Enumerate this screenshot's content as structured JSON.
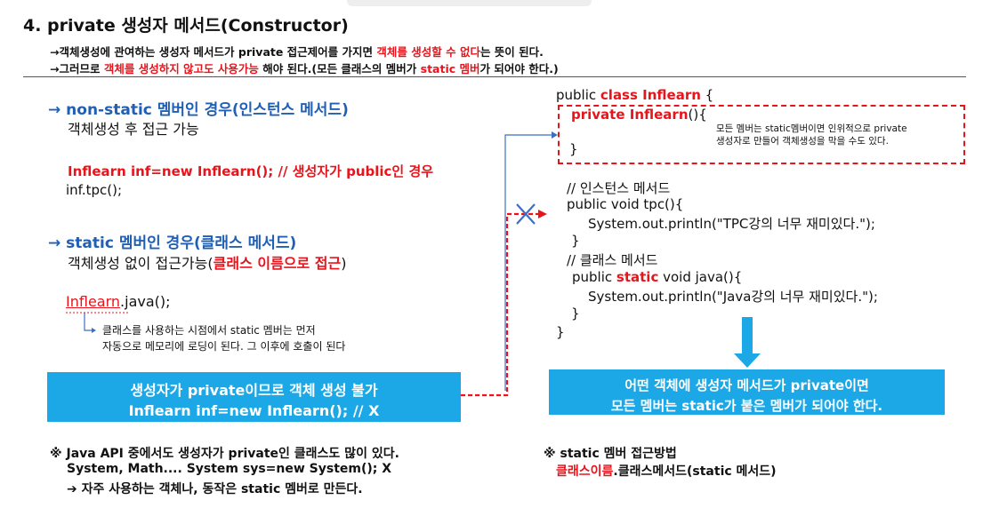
{
  "title": "4. private 생성자 메서드(Constructor)",
  "intro": {
    "line1": {
      "arrow": "→",
      "a": "객체생성에 관여하는 생성자 메서드가 private 접근제어를 가지면 ",
      "red": "객체를 생성할 수 없다",
      "b": "는 뜻이 된다."
    },
    "line2": {
      "arrow": "→",
      "a": "그러므로 ",
      "red": "객체를 생성하지 않고도 사용가능",
      "b": " 해야 된다.(모든 클래스의 멤버가 ",
      "red2": "static 멤버",
      "c": "가 되어야 한다.)"
    }
  },
  "nonstatic": {
    "arrow": "→",
    "heading_blue": "non-static 멤버인 경우(인스턴스 메서드)",
    "desc": "객체생성 후 접근 가능",
    "code_red": "Inflearn inf=new Inflearn();  // 생성자가 public인 경우",
    "code2": "inf.tpc();"
  },
  "static_section": {
    "arrow": "→",
    "heading": "static 멤버인 경우(클래스 메서드)",
    "desc_a": "객체생성 없이 접근가능(",
    "desc_red": "클래스 이름으로 접근",
    "desc_b": ")",
    "code_red": "Inflearn",
    "code_rest": ".java();",
    "note1": "클래스를 사용하는 시점에서 static 멤버는 먼저",
    "note2": "자동으로 메모리에 로딩이 된다. 그 이후에 호출이 된다"
  },
  "box_left": {
    "line1": "생성자가 private이므로 객체 생성 불가",
    "line2": "Inflearn inf=new Inflearn(); // X"
  },
  "box_right": {
    "line1": "어떤 객체에 생성자 메서드가 private이면",
    "line2": "모든 멤버는 static가 붙은 멤버가 되어야 한다."
  },
  "code_right": {
    "l1a": "public ",
    "l1red": "class Inflearn",
    "l1b": " {",
    "l2red": "private Inflearn",
    "l2b": "(){",
    "l3": "}",
    "dash_note1": "모든 멤버는 static멤버이면 인위적으로 private",
    "dash_note2": "생성자로 만들어 객체생성을 막을 수도 있다.",
    "l4": "// 인스턴스 메서드",
    "l5": "public void tpc(){",
    "l6": "System.out.println(\"TPC강의 너무 재미있다.\");",
    "l7": "}",
    "l8": "// 클래스 메서드",
    "l9a": "public ",
    "l9red": "static",
    "l9b": "  void java(){",
    "l10": "System.out.println(\"Java강의 너무 재미있다.\");",
    "l11": "}",
    "l12": "}"
  },
  "footer_left": {
    "l1": "※ Java API 중에서도 생성자가 private인 클래스도 많이 있다.",
    "l2": "System, Math....  System sys=new System(); X",
    "l3": "➔ 자주 사용하는 객체나, 동작은 static 멤버로 만든다."
  },
  "footer_right": {
    "l1": "※ static 멤버 접근방법",
    "l2red": "클래스이름",
    "l2b": ".클래스메서드(static 메서드)"
  },
  "colors": {
    "accent_red": "#e8141c",
    "accent_blue": "#1f5fb5",
    "box_blue": "#1ca7e6"
  }
}
